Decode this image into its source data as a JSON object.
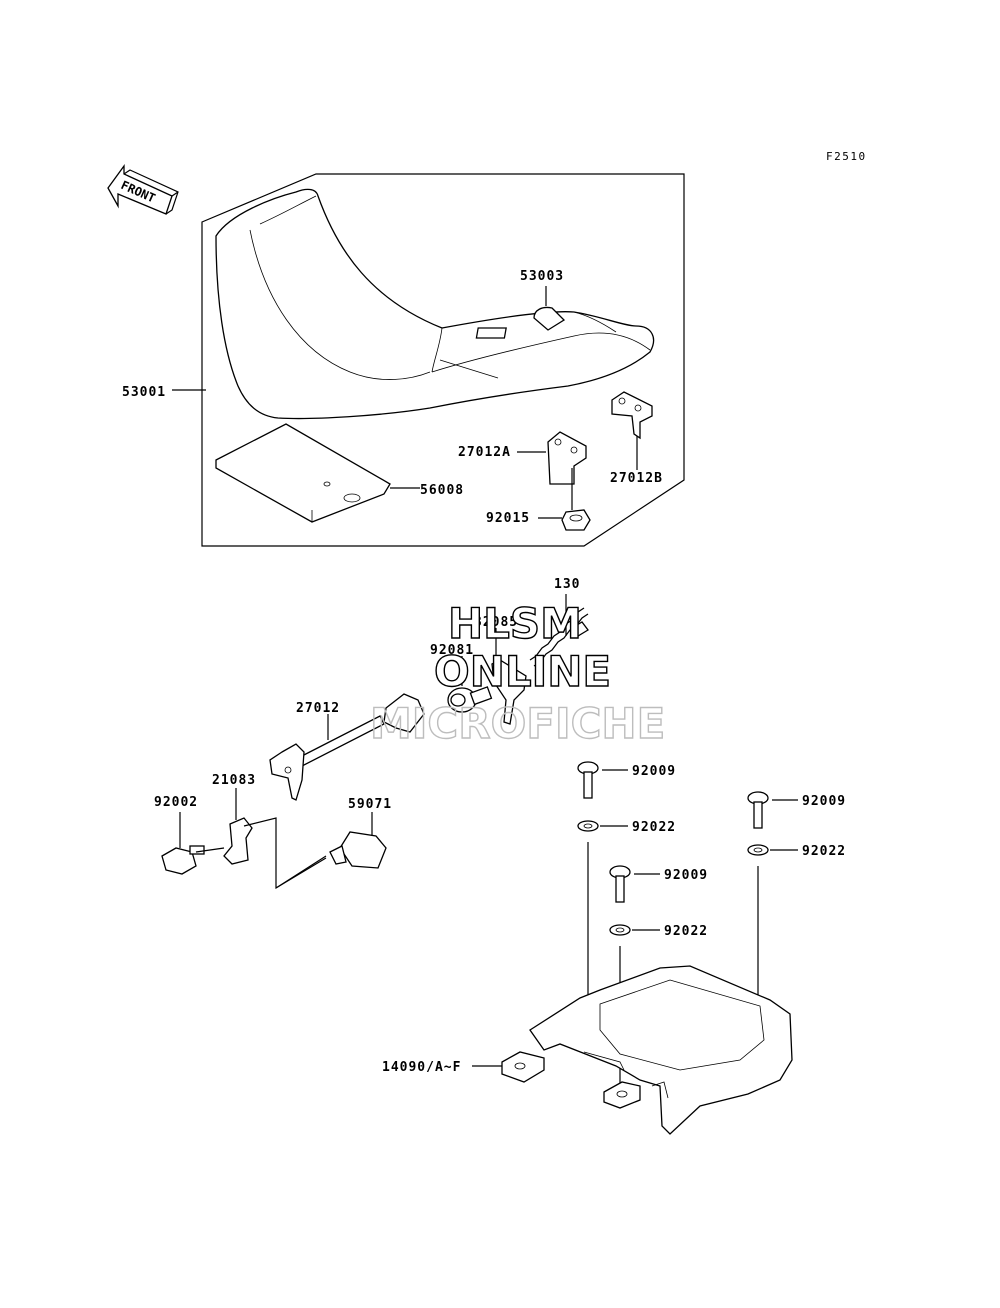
{
  "figure_code": "F2510",
  "front_arrow_label": "FRONT",
  "watermark": {
    "line1": "HLSM",
    "line2": "ONLINE",
    "line3": "MICROFICHE"
  },
  "parts": {
    "p53001": "53001",
    "p53003": "53003",
    "p27012A": "27012A",
    "p27012B": "27012B",
    "p56008": "56008",
    "p92015": "92015",
    "p130": "130",
    "p32085": "32085",
    "p92081": "92081",
    "p27012": "27012",
    "p21083": "21083",
    "p92002": "92002",
    "p59071": "59071",
    "p92009a": "92009",
    "p92022a": "92022",
    "p92009b": "92009",
    "p92022b": "92022",
    "p92009c": "92009",
    "p92022c": "92022",
    "p14090": "14090/A~F"
  }
}
